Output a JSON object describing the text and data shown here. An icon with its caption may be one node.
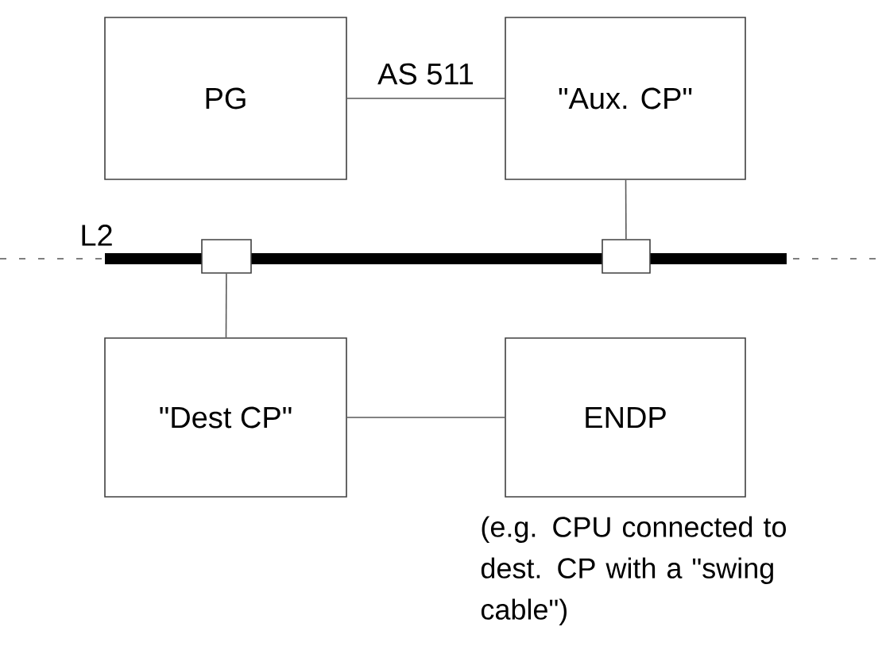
{
  "diagram": {
    "nodes": [
      {
        "text": [
          "PG"
        ]
      },
      {
        "text": [
          "\"Aux. CP\""
        ]
      },
      {
        "text": [],
        "shape": "box"
      },
      {
        "text": [],
        "shape": "box"
      },
      {
        "text": [
          "\"Dest CP\""
        ]
      },
      {
        "text": [
          "ENDP"
        ],
        "beside": [
          "(e.g. CPU connected to dest. CP with a \"swing cable\")"
        ]
      }
    ],
    "edges": [
      {
        "from": 0,
        "to": 1,
        "arrow": "none",
        "label": "AS 511"
      },
      {
        "from": 1,
        "to": 3,
        "arrow": "none"
      },
      {
        "from": 2,
        "to": 4,
        "arrow": "none"
      },
      {
        "from": 4,
        "to": 5,
        "arrow": "none"
      }
    ],
    "labels": [
      "L2"
    ]
  }
}
